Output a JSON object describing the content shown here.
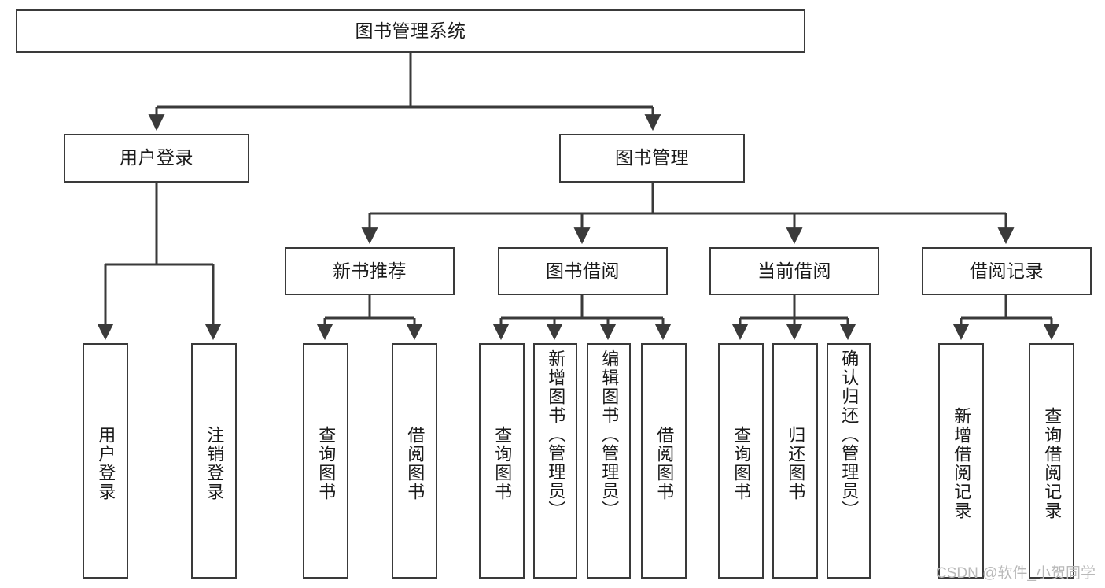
{
  "diagram": {
    "title": "图书管理系统",
    "type": "tree",
    "watermark": "CSDN @软件_小贺同学",
    "colors": {
      "box_border": "#3a3a3a",
      "box_fill": "#ffffff",
      "connector": "#3a3a3a",
      "text": "#1a1a1a",
      "watermark": "#b9b9b9"
    },
    "levels": {
      "root": {
        "label": "图书管理系统"
      },
      "level2": [
        {
          "label": "用户登录"
        },
        {
          "label": "图书管理"
        }
      ],
      "level3": [
        {
          "label": "新书推荐"
        },
        {
          "label": "图书借阅"
        },
        {
          "label": "当前借阅"
        },
        {
          "label": "借阅记录"
        }
      ],
      "leaves": {
        "user_login": [
          {
            "label": "用户登录"
          },
          {
            "label": "注销登录"
          }
        ],
        "new_book_recommend": [
          {
            "label": "查询图书"
          },
          {
            "label": "借阅图书"
          }
        ],
        "book_borrow": [
          {
            "label": "查询图书"
          },
          {
            "label": "新增图书（管理员）"
          },
          {
            "label": "编辑图书（管理员）"
          },
          {
            "label": "借阅图书"
          }
        ],
        "current_borrow": [
          {
            "label": "查询图书"
          },
          {
            "label": "归还图书"
          },
          {
            "label": "确认归还（管理员）"
          }
        ],
        "borrow_record": [
          {
            "label": "新增借阅记录"
          },
          {
            "label": "查询借阅记录"
          }
        ]
      }
    }
  }
}
